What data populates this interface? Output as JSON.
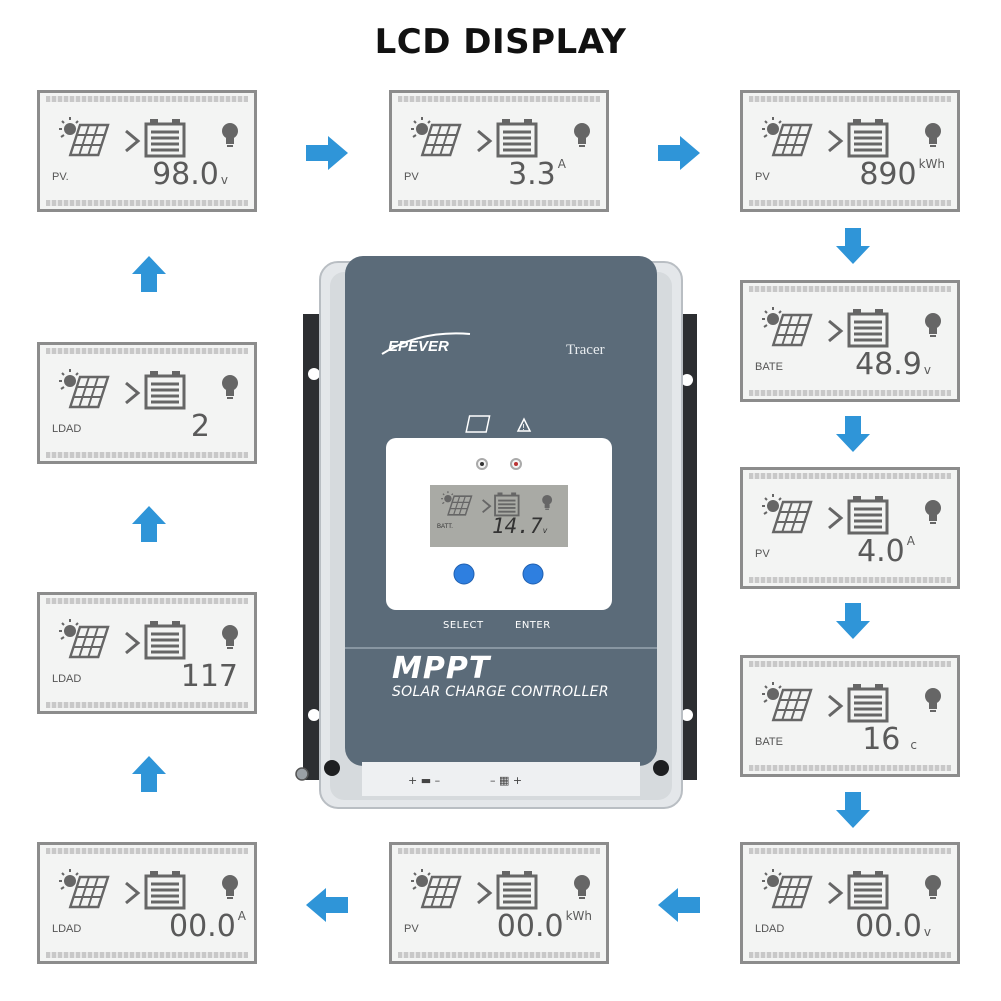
{
  "title": "LCD DISPLAY",
  "panels": [
    {
      "label": "PV.",
      "value": "98.0",
      "unit": "v"
    },
    {
      "label": "PV",
      "value": "3.3",
      "unit": "A"
    },
    {
      "label": "PV",
      "value": "890",
      "unit": "kWh"
    },
    {
      "label": "BATE",
      "value": "48.9",
      "unit": "v"
    },
    {
      "label": "PV",
      "value": "4.0",
      "unit": "A"
    },
    {
      "label": "BATE",
      "value": "16",
      "unit": "c"
    },
    {
      "label": "LDAD",
      "value": "00.0",
      "unit": "v"
    },
    {
      "label": "PV",
      "value": "00.0",
      "unit": "kWh"
    },
    {
      "label": "LDAD",
      "value": "00.0",
      "unit": "A"
    },
    {
      "label": "LDAD",
      "value": "117",
      "unit": ""
    },
    {
      "label": "LDAD",
      "value": "2",
      "unit": ""
    }
  ],
  "device": {
    "brand": "EPEVER",
    "model": "Tracer",
    "screen_label": "BATT.",
    "screen_value": "14.7",
    "screen_unit": "v",
    "select_label": "SELECT",
    "enter_label": "ENTER",
    "product": "MPPT",
    "product_sub": "SOLAR CHARGE CONTROLLER",
    "battery_terminal": "+ ▬ –",
    "pv_terminal": "– ▦ +"
  },
  "colors": {
    "arrow": "#2f95d8",
    "panel_gray": "#5b6b79",
    "lcd_icon": "#666666",
    "button": "#2e7fe0"
  }
}
